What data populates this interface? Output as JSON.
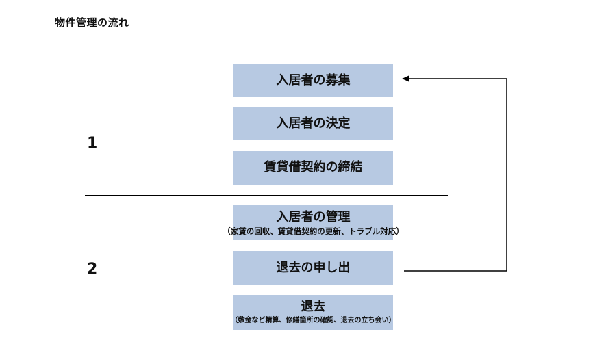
{
  "title": "物件管理の流れ",
  "stages": [
    {
      "number": "1"
    },
    {
      "number": "2"
    }
  ],
  "steps": [
    {
      "label": "入居者の募集",
      "note": ""
    },
    {
      "label": "入居者の決定",
      "note": ""
    },
    {
      "label": "賃貸借契約の締結",
      "note": ""
    },
    {
      "label": "入居者の管理",
      "note": "（家賃の回収、賃貸借契約の更新、トラブル対応）"
    },
    {
      "label": "退去の申し出",
      "note": ""
    },
    {
      "label": "退去",
      "note": "（敷金など精算、修繕箇所の確認、退去の立ち会い）"
    }
  ],
  "colors": {
    "box_fill": "#b7c9e2",
    "line": "#000000",
    "text": "#111111"
  }
}
